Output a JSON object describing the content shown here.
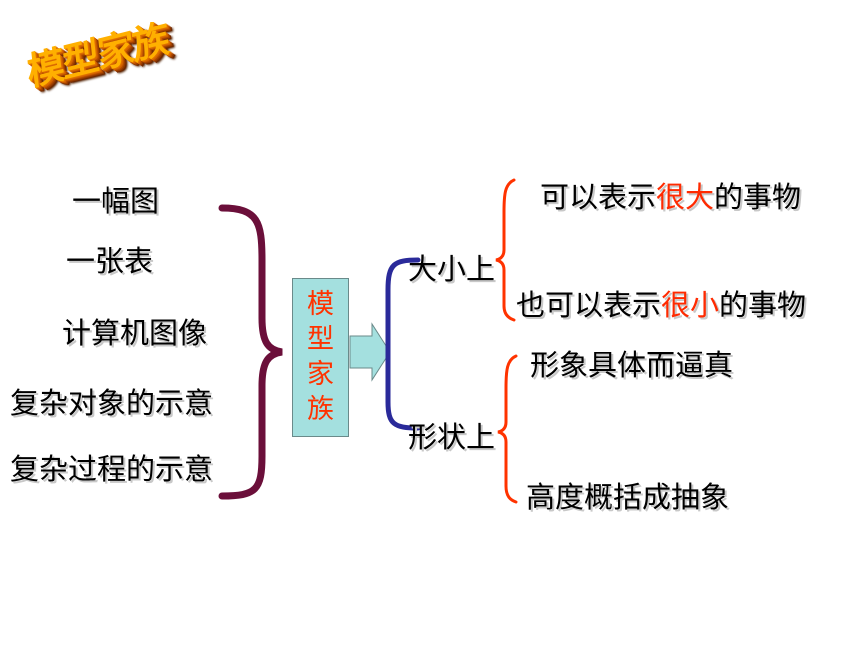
{
  "title": "模型家族",
  "left_items": [
    "一幅图",
    "一张表",
    "计算机图像",
    "复杂对象的示意",
    "复杂过程的示意"
  ],
  "center_box_chars": [
    "模",
    "型",
    "家",
    "族"
  ],
  "branches": {
    "size": {
      "label": "大小上",
      "line1": {
        "pre": "可以表示",
        "highlight": "很大",
        "post": "的事物"
      },
      "line2": {
        "pre": "也可以表示",
        "highlight": "很小",
        "post": "的事物"
      }
    },
    "shape": {
      "label": "形状上",
      "line1": "形象具体而逼真",
      "line2": "高度概括成抽象"
    }
  },
  "colors": {
    "left_brace": "#6b0f3a",
    "mid_brace": "#2a2a9a",
    "right_bracket": "#ff3300",
    "highlight": "#ff2a00",
    "box_fill": "#a4e0df"
  }
}
